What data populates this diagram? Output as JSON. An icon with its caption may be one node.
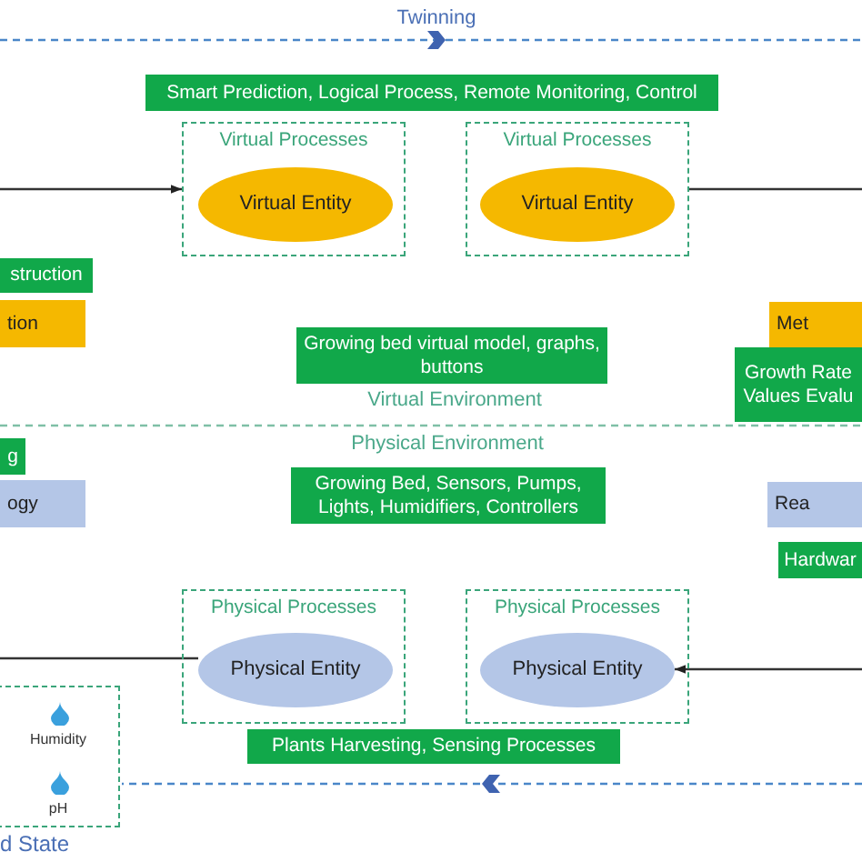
{
  "diagram": {
    "nodes": [
      {
        "text": [
          "Smart Prediction, Logical Process, Remote Monitoring, Control"
        ]
      },
      {
        "text": [
          "Virtual Processes"
        ]
      },
      {
        "text": [
          "Virtual Entity"
        ],
        "in": 1
      },
      {
        "text": [
          "Virtual Processes"
        ]
      },
      {
        "text": [
          "Virtual Entity"
        ],
        "in": 3
      },
      {
        "text": [
          "struction"
        ]
      },
      {
        "text": [
          "tion"
        ]
      },
      {
        "text": [
          "Met"
        ]
      },
      {
        "text": [
          "Growing bed virtual model, graphs, buttons"
        ]
      },
      {
        "text": [
          "Growth Rate Values Evalu"
        ]
      },
      {
        "text": [
          "g"
        ]
      },
      {
        "text": [
          "ogy"
        ]
      },
      {
        "text": [
          "Growing Bed, Sensors, Pumps, Lights, Humidifiers, Controllers"
        ]
      },
      {
        "text": [
          "Rea"
        ]
      },
      {
        "text": [
          "Hardwar"
        ]
      },
      {
        "text": [
          "Physical Processes"
        ]
      },
      {
        "text": [
          "Physical Entity"
        ],
        "in": 15
      },
      {
        "text": [
          "Physical Processes"
        ]
      },
      {
        "text": [
          "Physical Entity"
        ],
        "in": 17
      },
      {
        "text": [
          "Plants Harvesting, Sensing Processes"
        ]
      },
      {
        "text": [
          "Humidity",
          "pH"
        ],
        "beside": [
          "d State"
        ]
      }
    ],
    "edges": [
      {
        "from": null,
        "to": 1,
        "arrow": "to"
      },
      {
        "from": 3,
        "to": null,
        "arrow": "none"
      },
      {
        "from": null,
        "to": 16,
        "arrow": "none"
      },
      {
        "from": null,
        "to": 18,
        "arrow": "to"
      }
    ],
    "labels": [
      "Twinning",
      "Virtual Environment",
      "Physical Environment"
    ]
  }
}
